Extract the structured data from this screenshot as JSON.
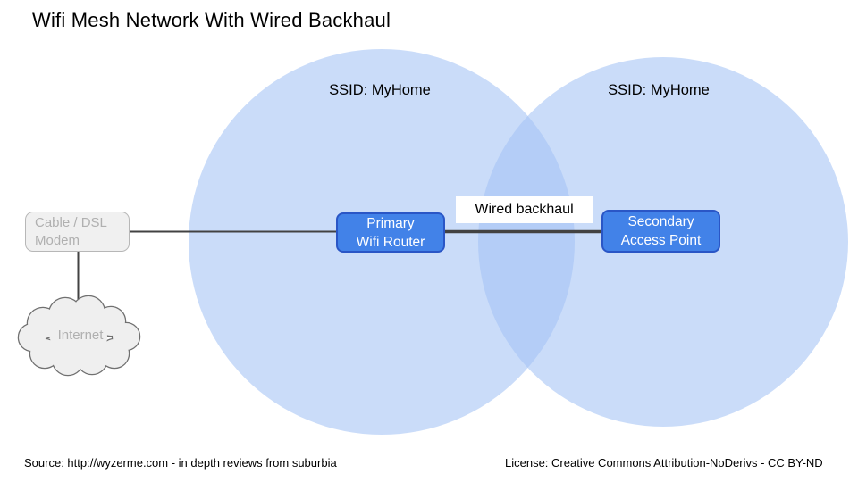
{
  "title": "Wifi Mesh Network With Wired Backhaul",
  "colors": {
    "coverage_fill": "#a4c2f4",
    "node_fill": "#4282e8",
    "node_border": "#2a56c6",
    "modem_fill": "#f0f0f0",
    "modem_border": "#b7b7b7",
    "modem_text": "#b0b0b0",
    "cloud_fill": "#efefef",
    "cloud_border": "#707070",
    "line": "#424242"
  },
  "coverage_areas": [
    {
      "ssid_label": "SSID: MyHome"
    },
    {
      "ssid_label": "SSID: MyHome"
    }
  ],
  "nodes": {
    "modem": {
      "line1": "Cable / DSL",
      "line2": "Modem"
    },
    "internet": {
      "label": "Internet"
    },
    "primary": {
      "line1": "Primary",
      "line2": "Wifi Router"
    },
    "secondary": {
      "line1": "Secondary",
      "line2": "Access Point"
    }
  },
  "connections": {
    "backhaul_label": "Wired backhaul"
  },
  "footer": {
    "source": "Source: http://wyzerme.com - in depth reviews from suburbia",
    "license": "License: Creative Commons Attribution-NoDerivs - CC BY-ND"
  }
}
